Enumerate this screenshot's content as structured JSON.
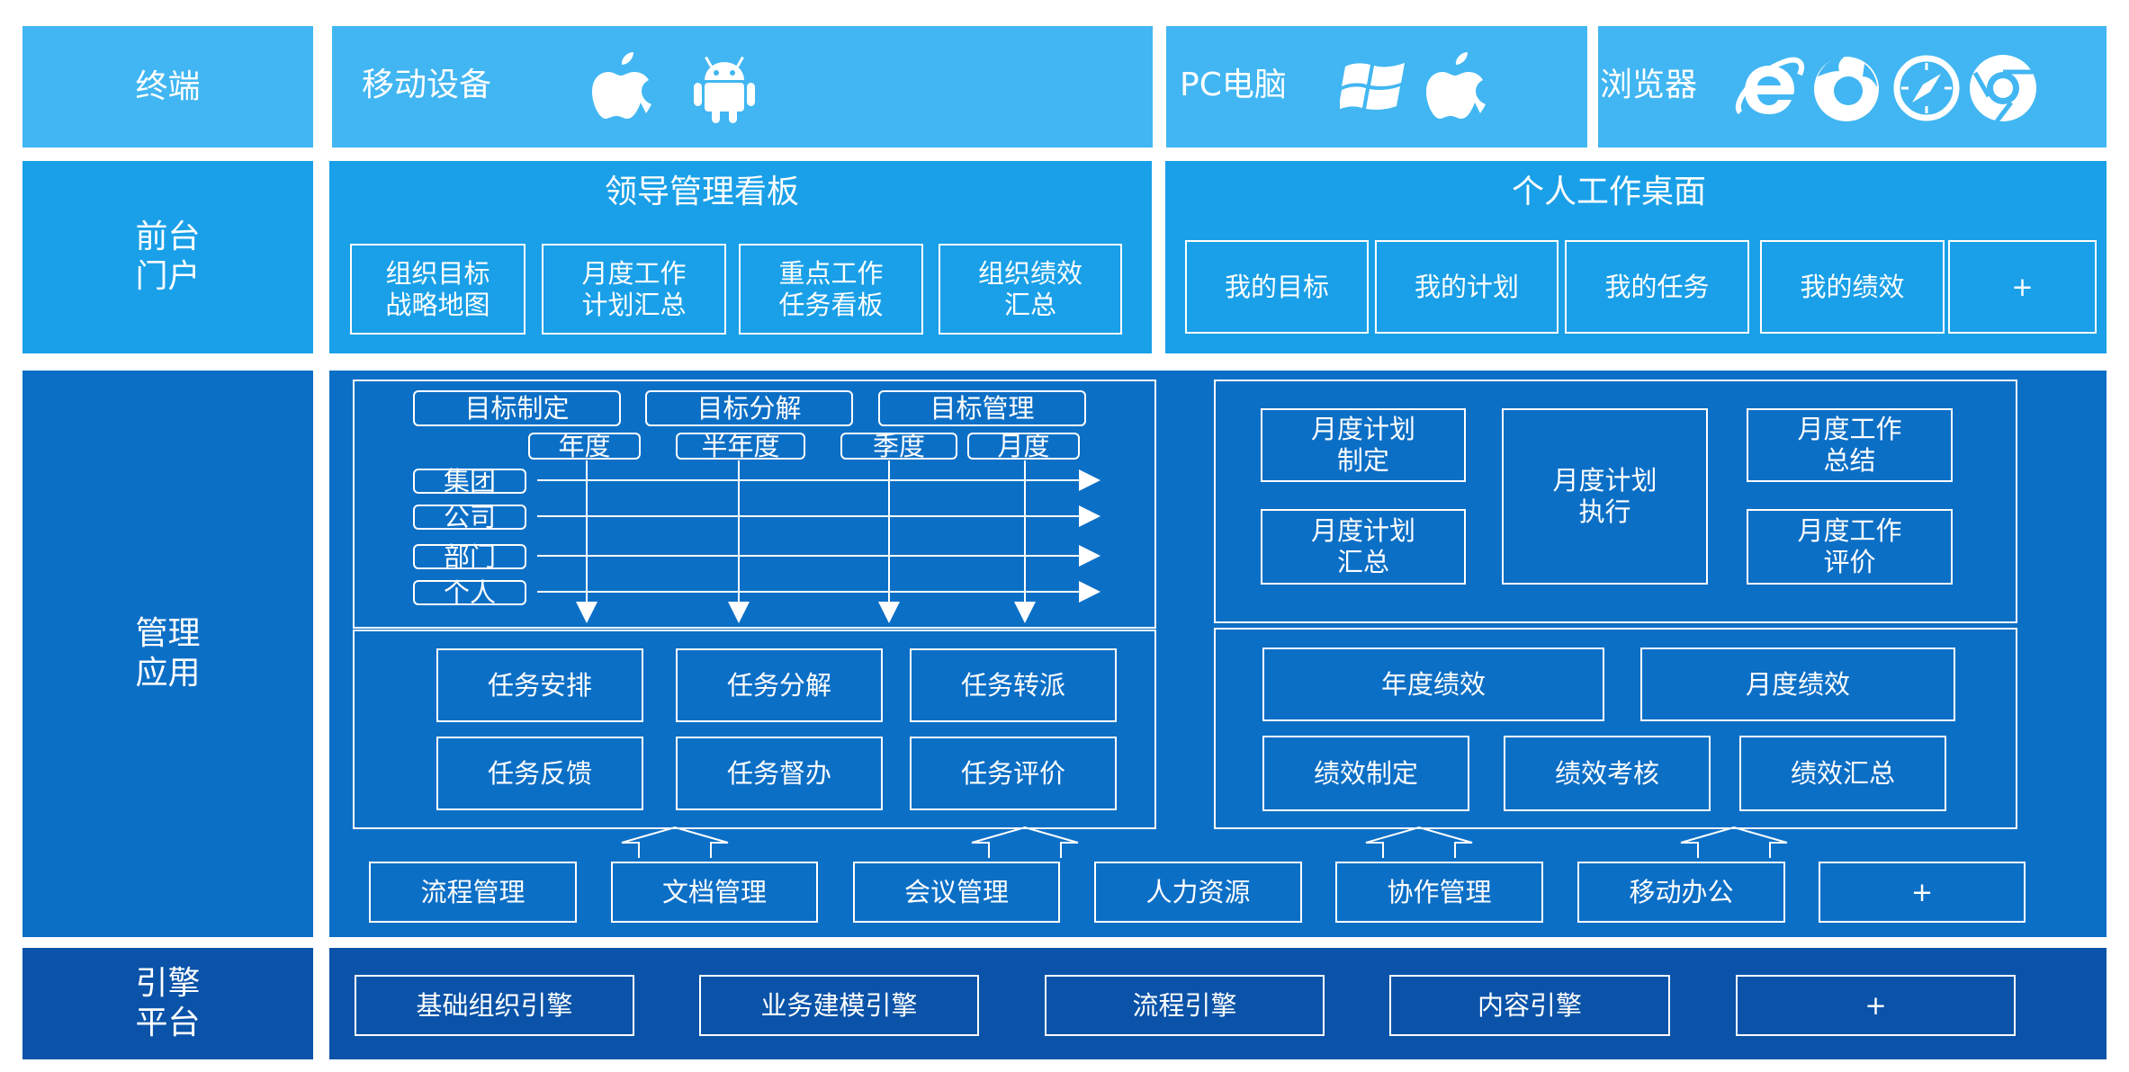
{
  "rows": {
    "terminal": "终端",
    "portal": "前台\n门户",
    "app": "管理\n应用",
    "engine": "引擎\n平台"
  },
  "terminal": {
    "mobile": {
      "label": "移动设备",
      "icons": [
        "apple-icon",
        "android-icon"
      ]
    },
    "pc": {
      "label": "PC电脑",
      "icons": [
        "windows-icon",
        "apple-icon"
      ]
    },
    "browser": {
      "label": "浏览器",
      "icons": [
        "ie-icon",
        "firefox-icon",
        "safari-icon",
        "chrome-icon"
      ]
    }
  },
  "portal": {
    "leader": {
      "title": "领导管理看板",
      "items": [
        "组织目标\n战略地图",
        "月度工作\n计划汇总",
        "重点工作\n任务看板",
        "组织绩效\n汇总"
      ]
    },
    "personal": {
      "title": "个人工作桌面",
      "items": [
        "我的目标",
        "我的计划",
        "我的任务",
        "我的绩效",
        "+"
      ]
    }
  },
  "app": {
    "goals": {
      "headers": [
        "目标制定",
        "目标分解",
        "目标管理"
      ],
      "periods": [
        "年度",
        "半年度",
        "季度",
        "月度"
      ],
      "levels": [
        "集团",
        "公司",
        "部门",
        "个人"
      ]
    },
    "monthly": {
      "plan_make": "月度计划\n制定",
      "plan_summary": "月度计划\n汇总",
      "plan_exec": "月度计划\n执行",
      "work_summary": "月度工作\n总结",
      "work_eval": "月度工作\n评价"
    },
    "tasks": [
      "任务安排",
      "任务分解",
      "任务转派",
      "任务反馈",
      "任务督办",
      "任务评价"
    ],
    "performance": [
      "年度绩效",
      "月度绩效",
      "绩效制定",
      "绩效考核",
      "绩效汇总"
    ],
    "modules": [
      "流程管理",
      "文档管理",
      "会议管理",
      "人力资源",
      "协作管理",
      "移动办公",
      "+"
    ]
  },
  "engine": [
    "基础组织引擎",
    "业务建模引擎",
    "流程引擎",
    "内容引擎",
    "+"
  ],
  "colors": {
    "terminal": "#41b6f2",
    "portal": "#1aa0e8",
    "app": "#0c6fc6",
    "engine": "#0a53a8"
  }
}
